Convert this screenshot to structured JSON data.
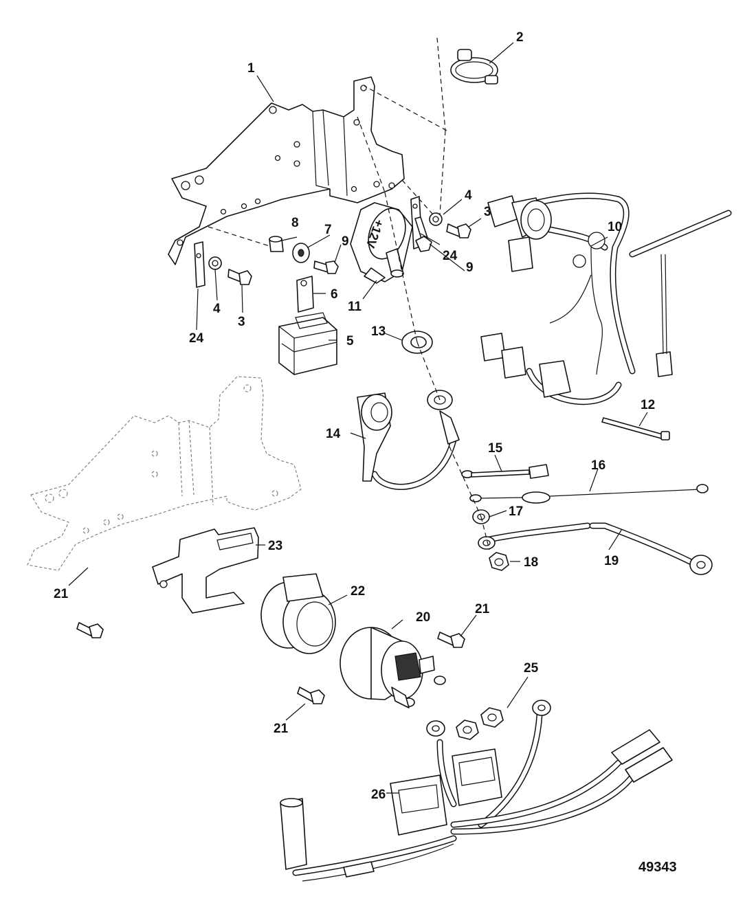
{
  "figure_number": "49343",
  "callouts": {
    "c1": "1",
    "c2": "2",
    "c3a": "3",
    "c3b": "3",
    "c4a": "4",
    "c4b": "4",
    "c5": "5",
    "c6": "6",
    "c7": "7",
    "c8": "8",
    "c9a": "9",
    "c9b": "9",
    "c10": "10",
    "c11": "11",
    "c12": "12",
    "c13": "13",
    "c14": "14",
    "c15": "15",
    "c16": "16",
    "c17": "17",
    "c18": "18",
    "c19": "19",
    "c20": "20",
    "c21a": "21",
    "c21b": "21",
    "c21c": "21",
    "c22": "22",
    "c23": "23",
    "c24a": "24",
    "c24b": "24",
    "c25": "25",
    "c26": "26"
  },
  "part_markings": {
    "relay_voltage": "+12V"
  }
}
